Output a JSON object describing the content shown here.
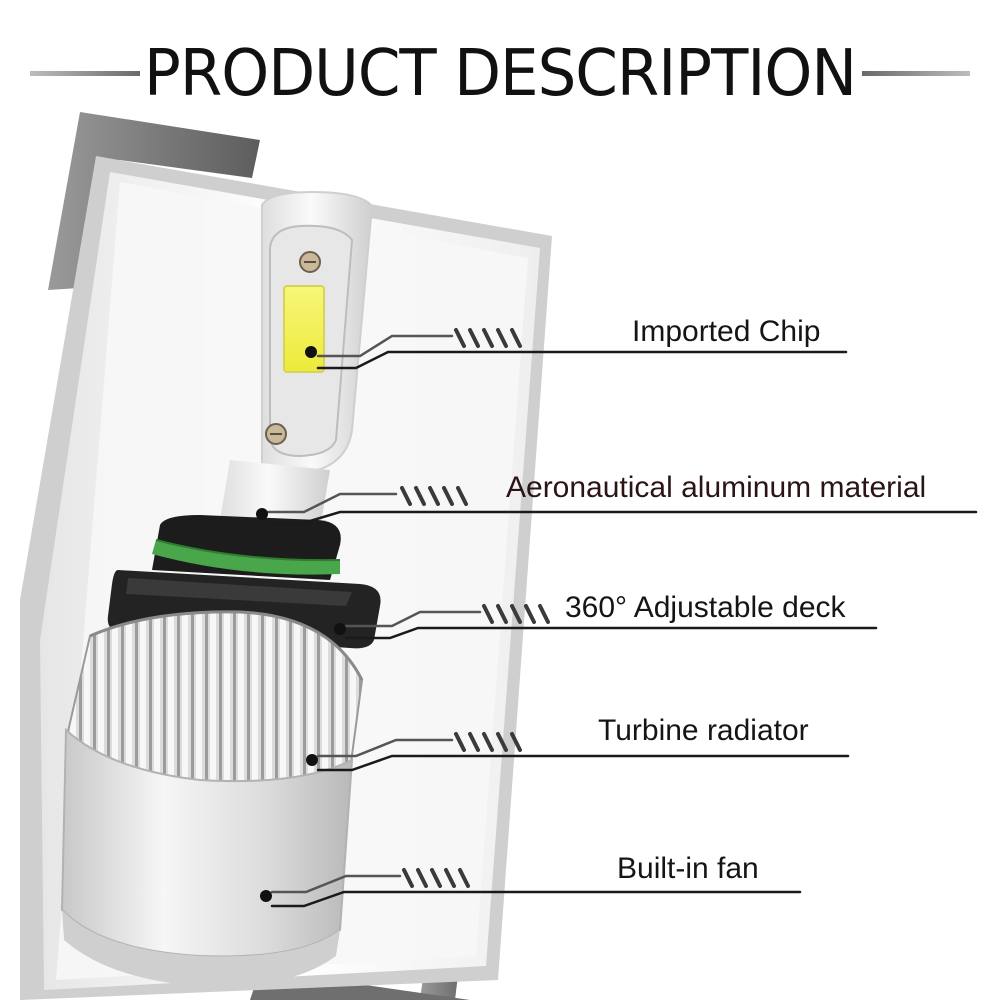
{
  "heading": {
    "title": "PRODUCT DESCRIPTION"
  },
  "features": [
    {
      "label": "Imported Chip"
    },
    {
      "label": "Aeronautical aluminum material"
    },
    {
      "label": "360° Adjustable deck"
    },
    {
      "label": "Turbine radiator"
    },
    {
      "label": "Built-in fan"
    }
  ],
  "colors": {
    "frame_gray": "#7a7a7a",
    "panel_light": "#f4f4f4",
    "chip_yellow": "#f4f25a",
    "seal_green": "#49a64a",
    "line_dark": "#1a1a1a"
  },
  "icons": [
    "led-headlight-bulb-illustration"
  ]
}
